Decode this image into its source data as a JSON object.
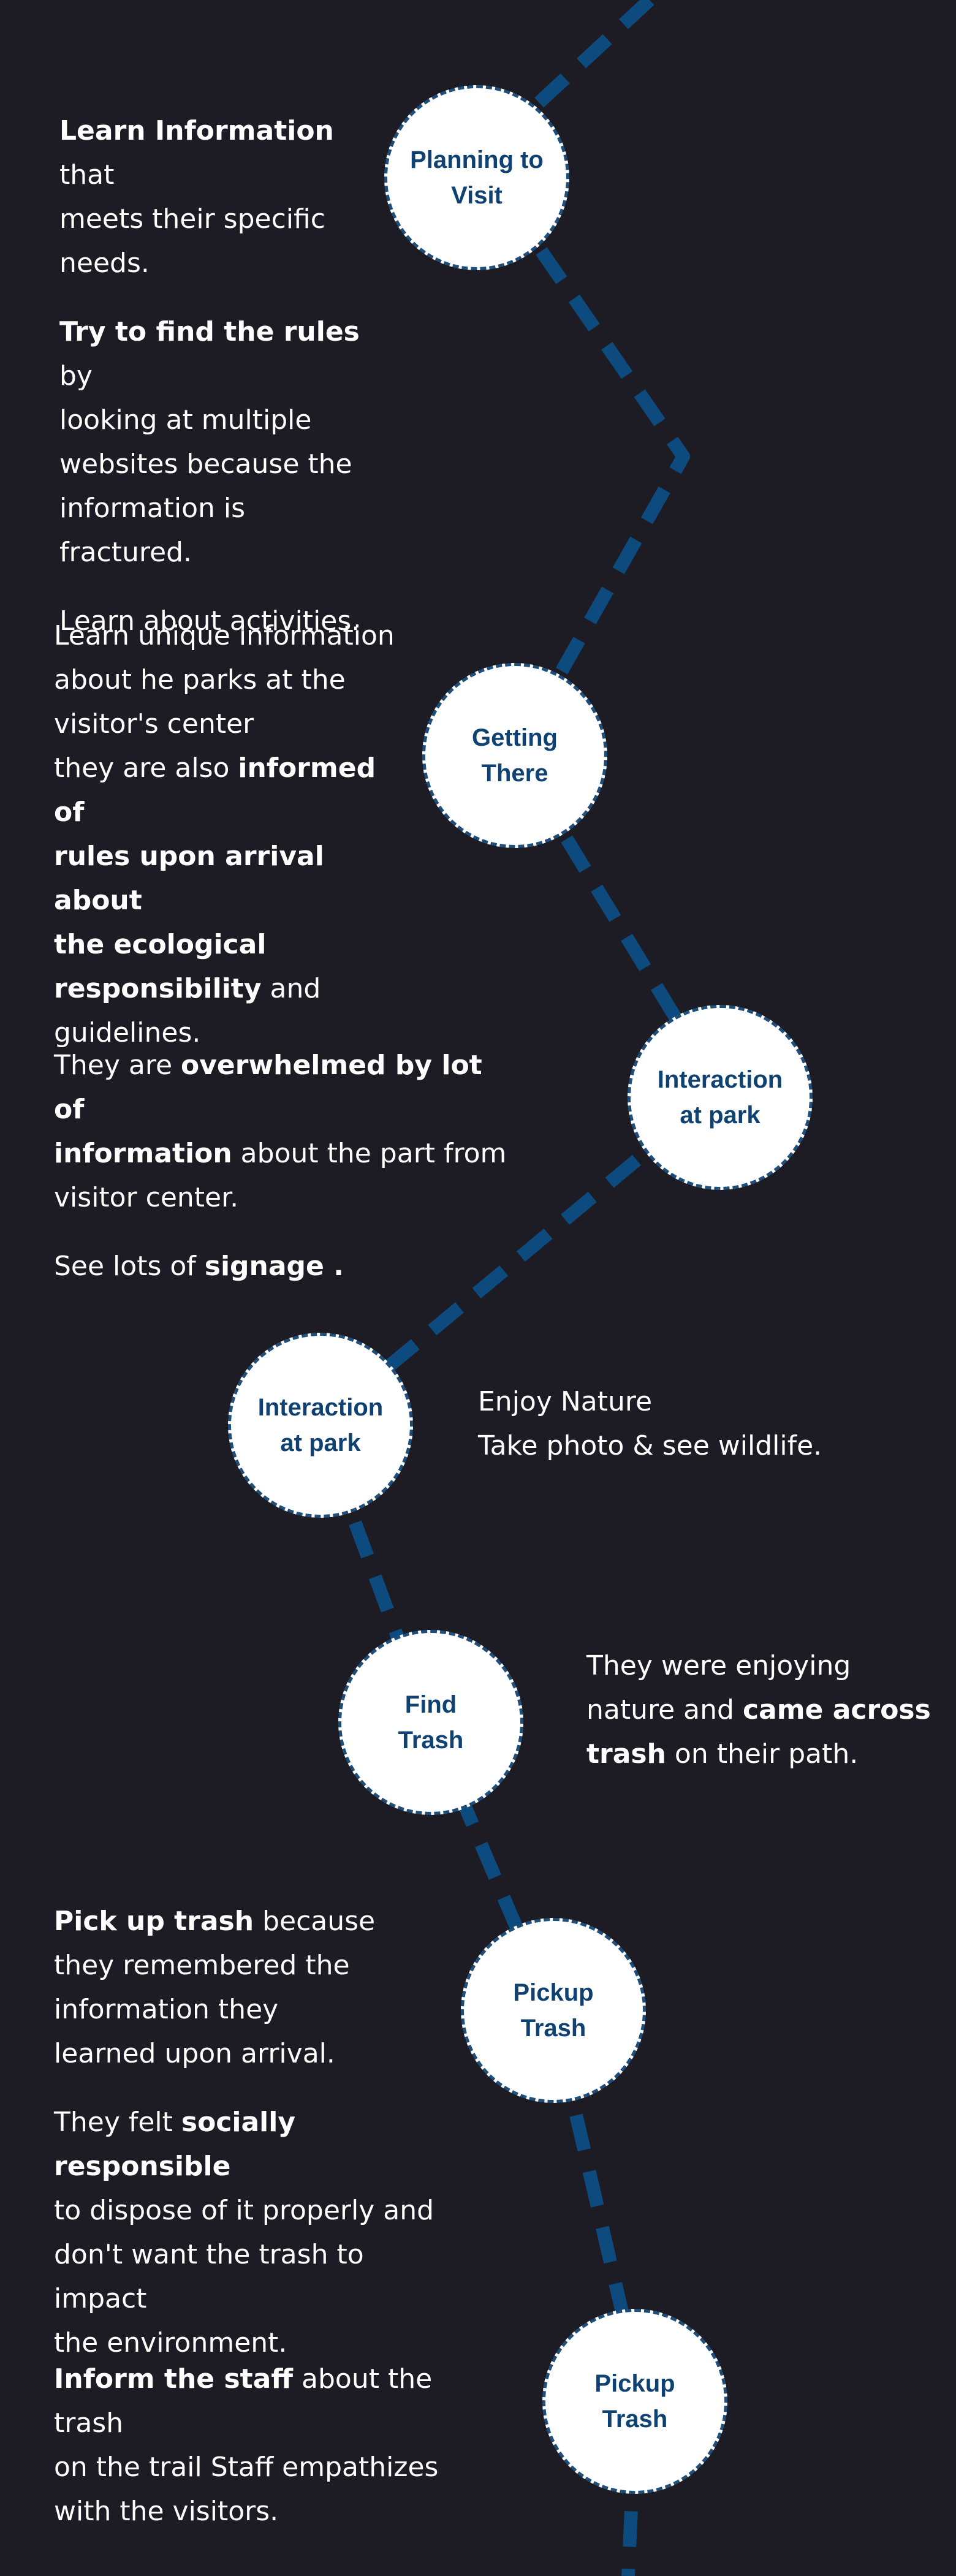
{
  "colors": {
    "background": "#1d1c24",
    "path": "#0d4a7d",
    "node_fill": "#ffffff",
    "node_border": "#1e4e79",
    "node_text": "#0f4273",
    "note_text": "#ffffff"
  },
  "stages": [
    {
      "line1": "Planning to",
      "line2": "Visit"
    },
    {
      "line1": "Getting",
      "line2": "There"
    },
    {
      "line1": "Interaction",
      "line2": "at park"
    },
    {
      "line1": "Interaction",
      "line2": "at park"
    },
    {
      "line1": "Find",
      "line2": "Trash"
    },
    {
      "line1": "Pickup",
      "line2": "Trash"
    },
    {
      "line1": "Pickup",
      "line2": "Trash"
    }
  ],
  "notes": {
    "n1": {
      "p1": {
        "l1b": "Learn Information",
        "l1": " that",
        "l2": "meets their specific",
        "l3": "needs."
      },
      "p2": {
        "l1b": "Try to find the rules",
        "l1": " by",
        "l2": "looking at multiple",
        "l3": "websites because the",
        "l4": "information is fractured."
      },
      "p3": {
        "l1": "Learn about activities."
      }
    },
    "n2": {
      "l1": "Learn unique information",
      "l2": "about he parks at the",
      "l3": "visitor's center",
      "l4a": "they are also ",
      "l4b": "informed of",
      "l5b": "rules upon arrival about",
      "l6b": "the ecological",
      "l7b": "responsibility",
      "l7": " and",
      "l8": "guidelines."
    },
    "n3": {
      "p1": {
        "l1a": "They are ",
        "l1b": "overwhelmed by lot of",
        "l2b": "information",
        "l2": " about the part from",
        "l3": "visitor center."
      },
      "p2": {
        "l1a": "See lots of ",
        "l1b": "signage",
        "l1c": " ."
      }
    },
    "n4": {
      "l1": "Enjoy Nature",
      "l2": "Take photo & see wildlife."
    },
    "n5": {
      "l1": "They were enjoying",
      "l2a": "nature and ",
      "l2b": "came across",
      "l3b": "trash",
      "l3": " on their path."
    },
    "n6": {
      "p1": {
        "l1b": "Pick up trash",
        "l1": " because",
        "l2": "they remembered the",
        "l3": "information they",
        "l4": "learned upon arrival."
      },
      "p2": {
        "l1a": "They felt ",
        "l1b": "socially responsible",
        "l2": "to dispose of it properly and",
        "l3": "don't want the trash to impact",
        "l4": "the environment."
      }
    },
    "n7": {
      "l1b": "Inform the staff",
      "l1": " about the trash",
      "l2": "on the trail Staff empathizes",
      "l3": "with the visitors."
    }
  }
}
